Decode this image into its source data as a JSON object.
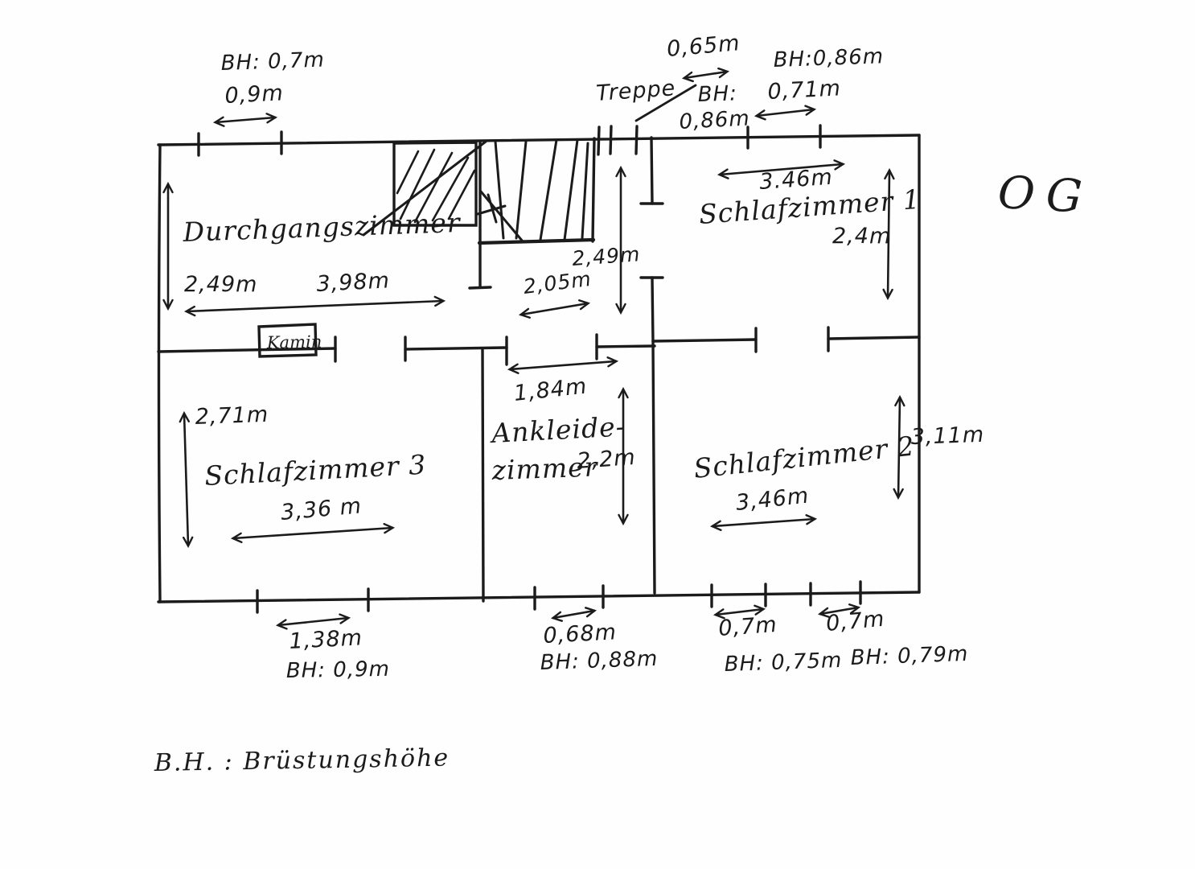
{
  "floor": {
    "label": "OG"
  },
  "legend": {
    "text": "B.H. : Brüstungshöhe"
  },
  "rooms": {
    "durchgangszimmer": {
      "name": "Durchgangszimmer",
      "height": "2,49m",
      "width": "3,98m"
    },
    "schlafzimmer1": {
      "name": "Schlafzimmer 1",
      "width": "3.46m",
      "height": "2,4m"
    },
    "schlafzimmer2": {
      "name": "Schlafzimmer 2",
      "width": "3,46m",
      "height": "3,11m"
    },
    "schlafzimmer3": {
      "name": "Schlafzimmer 3",
      "width": "3,36 m",
      "height": "2,71m"
    },
    "ankleidezimmer": {
      "name_line1": "Ankleide-",
      "name_line2": "zimmer",
      "door_width": "1,84m",
      "height": "2,2m"
    }
  },
  "stairs": {
    "label": "Treppe",
    "landing_width": "2,05m",
    "landing_depth": "2,49m"
  },
  "kamin": {
    "label": "Kamin"
  },
  "windows": {
    "top": [
      {
        "width": "0,9m",
        "bh": "BH: 0,7m"
      },
      {
        "width": "0,65m",
        "bh_line1": "BH:",
        "bh_line2": "0,86m"
      },
      {
        "width": "0,71m",
        "bh": "BH:0,86m"
      }
    ],
    "bottom": [
      {
        "width": "1,38m",
        "bh": "BH: 0,9m"
      },
      {
        "width": "0,68m",
        "bh": "BH: 0,88m"
      },
      {
        "width": "0,7m",
        "bh": "BH: 0,75m"
      },
      {
        "width": "0,7m",
        "bh": "BH: 0,79m"
      }
    ]
  }
}
